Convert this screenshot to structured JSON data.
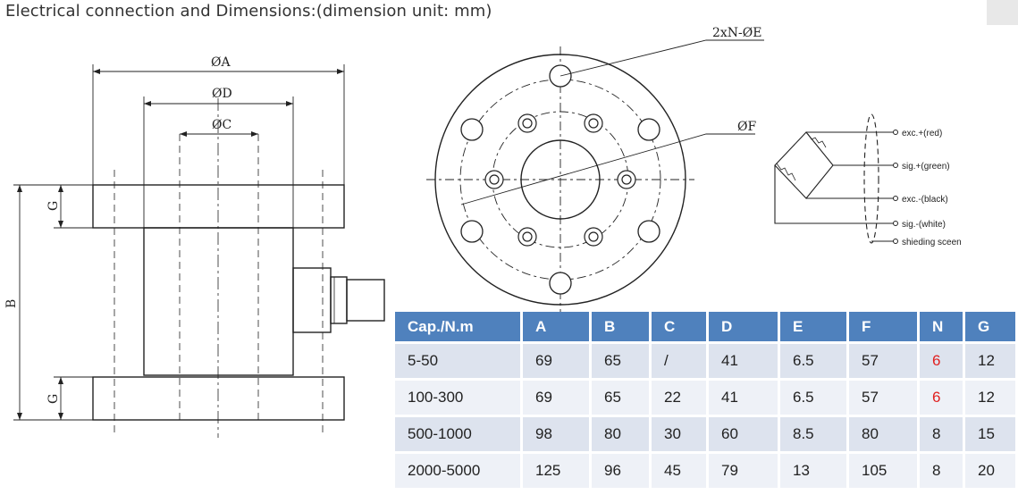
{
  "title": "Electrical connection and Dimensions:(dimension unit: mm)",
  "side_view": {
    "label_a": "ØA",
    "label_d": "ØD",
    "label_c": "ØC",
    "label_g_top": "G",
    "label_g_bottom": "G",
    "label_b": "B"
  },
  "top_view": {
    "label_holes": "2xN-ØE",
    "label_f": "ØF"
  },
  "wiring": {
    "exc_plus": "exc.+(red)",
    "sig_plus": "sig.+(green)",
    "exc_minus": "exc.-(black)",
    "sig_minus": "sig.-(white)",
    "shield": "shieding sceen"
  },
  "table": {
    "headers": [
      "Cap./N.m",
      "A",
      "B",
      "C",
      "D",
      "E",
      "F",
      "N",
      "G"
    ],
    "rows": [
      [
        "5-50",
        "69",
        "65",
        "/",
        "41",
        "6.5",
        "57",
        "6",
        "12"
      ],
      [
        "100-300",
        "69",
        "65",
        "22",
        "41",
        "6.5",
        "57",
        "6",
        "12"
      ],
      [
        "500-1000",
        "98",
        "80",
        "30",
        "60",
        "8.5",
        "80",
        "8",
        "15"
      ],
      [
        "2000-5000",
        "125",
        "96",
        "45",
        "79",
        "13",
        "105",
        "8",
        "20"
      ]
    ],
    "highlight_color": "#e02020",
    "header_color": "#4f81bd"
  }
}
